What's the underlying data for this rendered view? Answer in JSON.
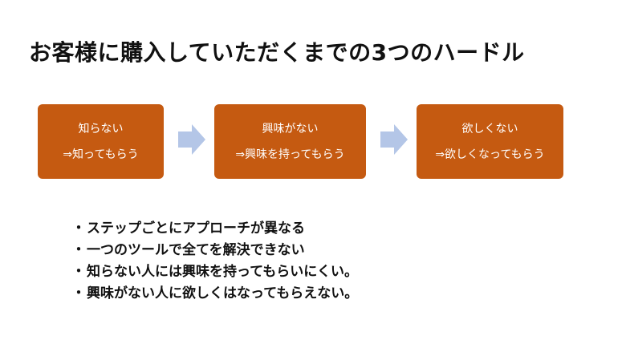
{
  "slide": {
    "title": "お客様に購入していただくまでの3つのハードル"
  },
  "flow": {
    "fill_color": "#c55a11",
    "text_color": "#ffffff",
    "arrow_color": "#b4c6e7",
    "steps": [
      {
        "barrier": "知らない",
        "goal": "⇒知ってもらう"
      },
      {
        "barrier": "興味がない",
        "goal": "⇒興味を持ってもらう"
      },
      {
        "barrier": "欲しくない",
        "goal": "⇒欲しくなってもらう"
      }
    ]
  },
  "bullets": {
    "marker": "・",
    "items": [
      "ステップごとにアプローチが異なる",
      "一つのツールで全てを解決できない",
      "知らない人には興味を持ってもらいにくい。",
      "興味がない人に欲しくはなってもらえない。"
    ]
  }
}
